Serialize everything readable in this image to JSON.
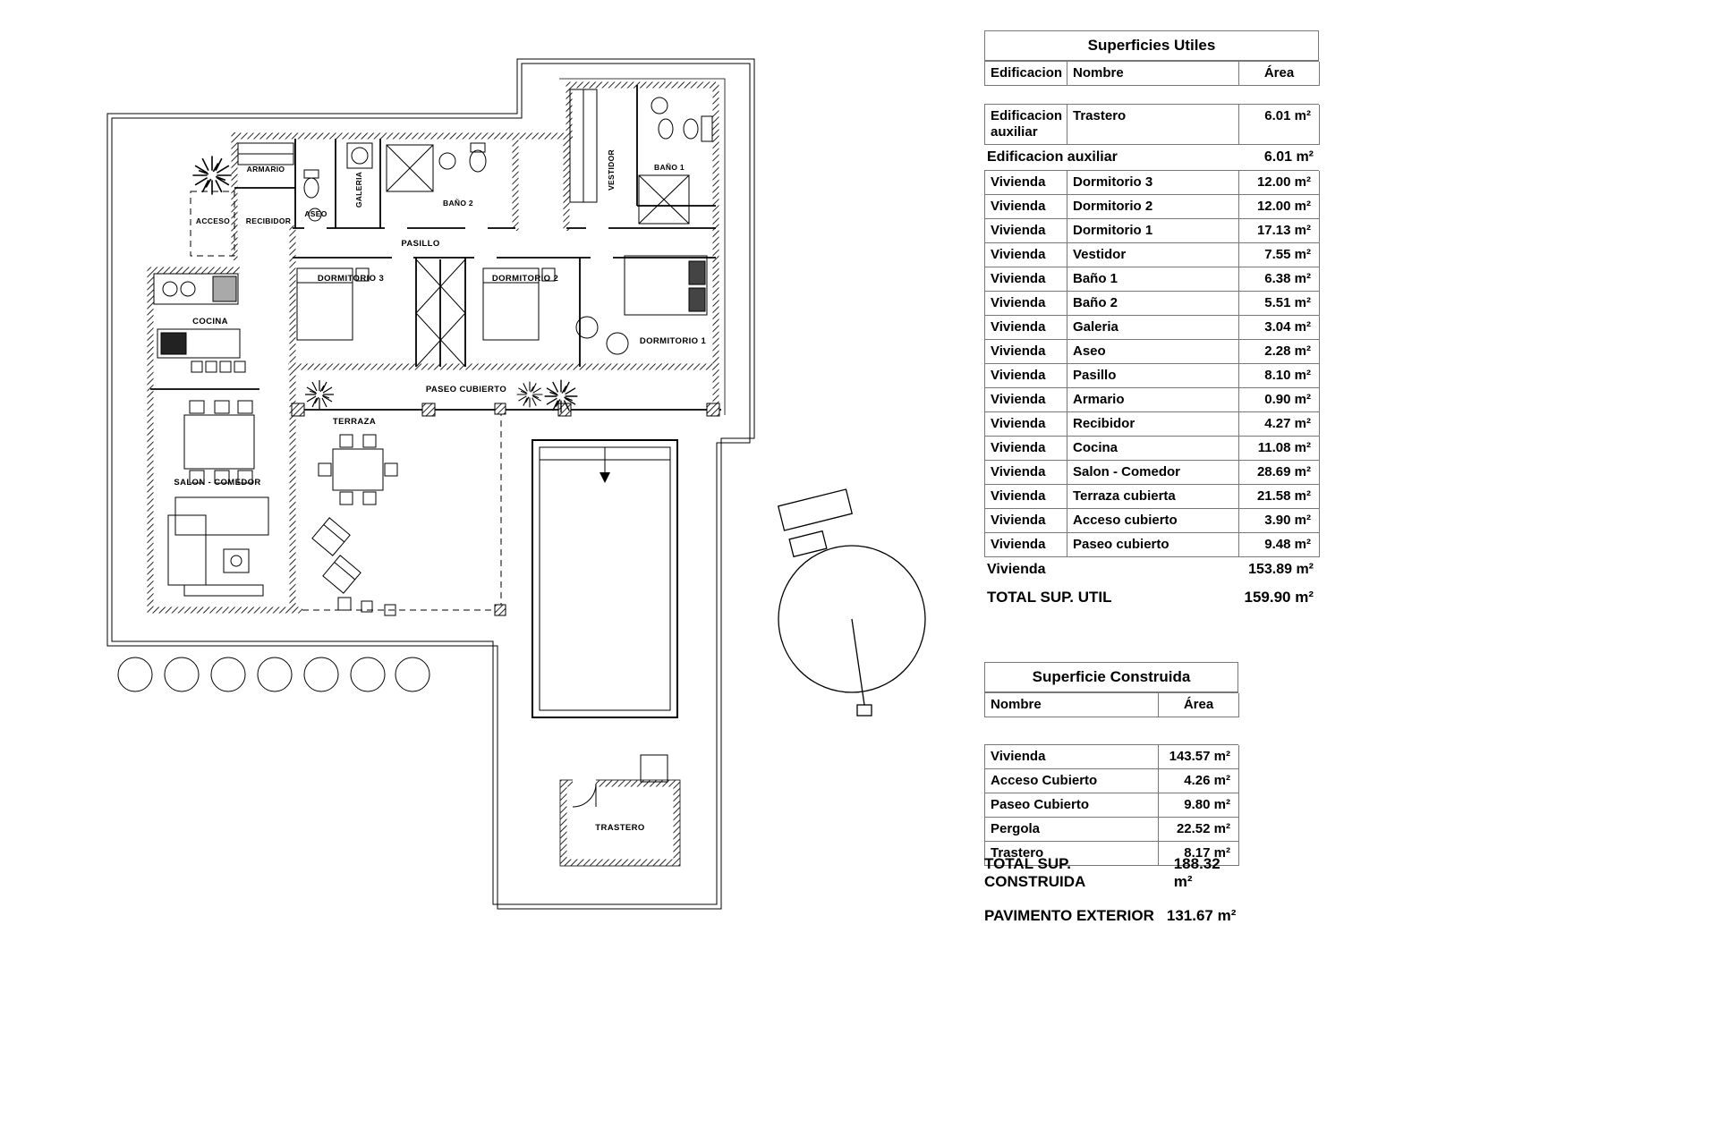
{
  "plan": {
    "rooms": {
      "armario": "ARMARIO",
      "acceso": "ACCESO",
      "recibidor": "RECIBIDOR",
      "aseo": "ASEO",
      "galeria": "GALERIA",
      "bano2": "BAÑO 2",
      "pasillo": "PASILLO",
      "vestidor": "VESTIDOR",
      "bano1": "BAÑO 1",
      "dormitorio3": "DORMITORIO 3",
      "dormitorio2": "DORMITORIO 2",
      "dormitorio1": "DORMITORIO 1",
      "cocina": "COCINA",
      "salon": "SALON - COMEDOR",
      "terraza": "TERRAZA",
      "paseo": "PASEO CUBIERTO",
      "trastero": "TRASTERO"
    }
  },
  "superficies_utiles": {
    "title": "Superficies Utiles",
    "columns": {
      "edificacion": "Edificacion",
      "nombre": "Nombre",
      "area": "Área"
    },
    "aux_row": {
      "edificacion": "Edificacion auxiliar",
      "nombre": "Trastero",
      "area": "6.01 m²"
    },
    "aux_subtotal": {
      "label": "Edificacion auxiliar",
      "area": "6.01 m²"
    },
    "rows": [
      {
        "edificacion": "Vivienda",
        "nombre": "Dormitorio 3",
        "area": "12.00 m²"
      },
      {
        "edificacion": "Vivienda",
        "nombre": "Dormitorio 2",
        "area": "12.00 m²"
      },
      {
        "edificacion": "Vivienda",
        "nombre": "Dormitorio 1",
        "area": "17.13 m²"
      },
      {
        "edificacion": "Vivienda",
        "nombre": "Vestidor",
        "area": "7.55 m²"
      },
      {
        "edificacion": "Vivienda",
        "nombre": "Baño 1",
        "area": "6.38 m²"
      },
      {
        "edificacion": "Vivienda",
        "nombre": "Baño 2",
        "area": "5.51 m²"
      },
      {
        "edificacion": "Vivienda",
        "nombre": "Galeria",
        "area": "3.04 m²"
      },
      {
        "edificacion": "Vivienda",
        "nombre": "Aseo",
        "area": "2.28 m²"
      },
      {
        "edificacion": "Vivienda",
        "nombre": "Pasillo",
        "area": "8.10 m²"
      },
      {
        "edificacion": "Vivienda",
        "nombre": "Armario",
        "area": "0.90 m²"
      },
      {
        "edificacion": "Vivienda",
        "nombre": "Recibidor",
        "area": "4.27 m²"
      },
      {
        "edificacion": "Vivienda",
        "nombre": "Cocina",
        "area": "11.08 m²"
      },
      {
        "edificacion": "Vivienda",
        "nombre": "Salon - Comedor",
        "area": "28.69 m²"
      },
      {
        "edificacion": "Vivienda",
        "nombre": "Terraza cubierta",
        "area": "21.58 m²"
      },
      {
        "edificacion": "Vivienda",
        "nombre": "Acceso cubierto",
        "area": "3.90 m²"
      },
      {
        "edificacion": "Vivienda",
        "nombre": "Paseo cubierto",
        "area": "9.48 m²"
      }
    ],
    "vivienda_subtotal": {
      "label": "Vivienda",
      "area": "153.89 m²"
    },
    "total": {
      "label": "TOTAL SUP. UTIL",
      "area": "159.90 m²"
    }
  },
  "superficie_construida": {
    "title": "Superficie Construida",
    "columns": {
      "nombre": "Nombre",
      "area": "Área"
    },
    "rows": [
      {
        "nombre": "Vivienda",
        "area": "143.57 m²"
      },
      {
        "nombre": "Acceso Cubierto",
        "area": "4.26 m²"
      },
      {
        "nombre": "Paseo Cubierto",
        "area": "9.80 m²"
      },
      {
        "nombre": "Pergola",
        "area": "22.52 m²"
      },
      {
        "nombre": "Trastero",
        "area": "8.17 m²"
      }
    ],
    "total": {
      "label": "TOTAL SUP. CONSTRUIDA",
      "area": "188.32 m²"
    }
  },
  "footer": {
    "pavimento": {
      "label": "PAVIMENTO EXTERIOR",
      "area": "131.67 m²"
    }
  }
}
